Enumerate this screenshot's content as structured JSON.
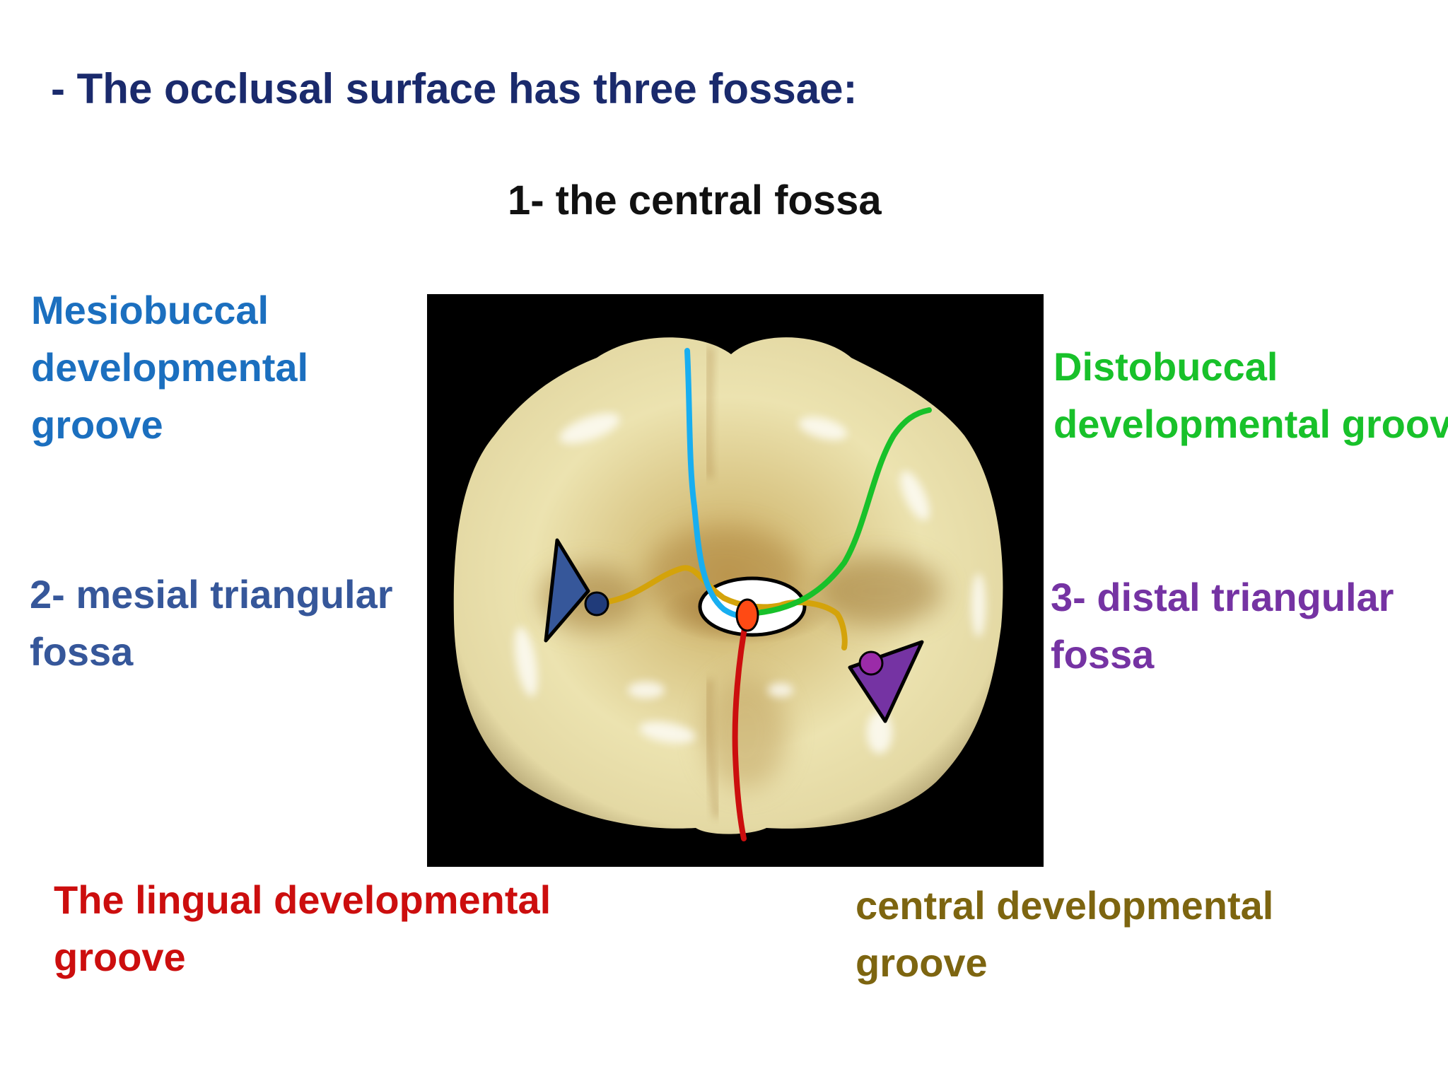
{
  "heading": "- The occlusal surface has three fossae:",
  "central_fossa": "1- the central fossa",
  "labels": {
    "mesiobuccal": [
      "Mesiobuccal",
      "developmental",
      "groove"
    ],
    "distobuccal": [
      "Distobuccal",
      "developmental groove"
    ],
    "mesial_fossa": [
      "2- mesial triangular",
      "fossa"
    ],
    "distal_fossa": [
      "3- distal triangular",
      "fossa"
    ],
    "lingual": [
      "The lingual developmental",
      "groove"
    ],
    "central_groove": [
      "central developmental",
      "groove"
    ]
  },
  "colors": {
    "heading": "#1a2a6c",
    "central_fossa": "#111111",
    "mesiobuccal_groove": "#18aef0",
    "distobuccal_groove": "#18c12a",
    "lingual_groove": "#cc0e0e",
    "central_groove": "#d4a30a",
    "mesial_fossa_marker": "#36579a",
    "distal_fossa_marker": "#7533a3",
    "central_point": "#ff4a14",
    "tooth_background": "#000000",
    "tooth_enamel": "#efe6b6"
  }
}
